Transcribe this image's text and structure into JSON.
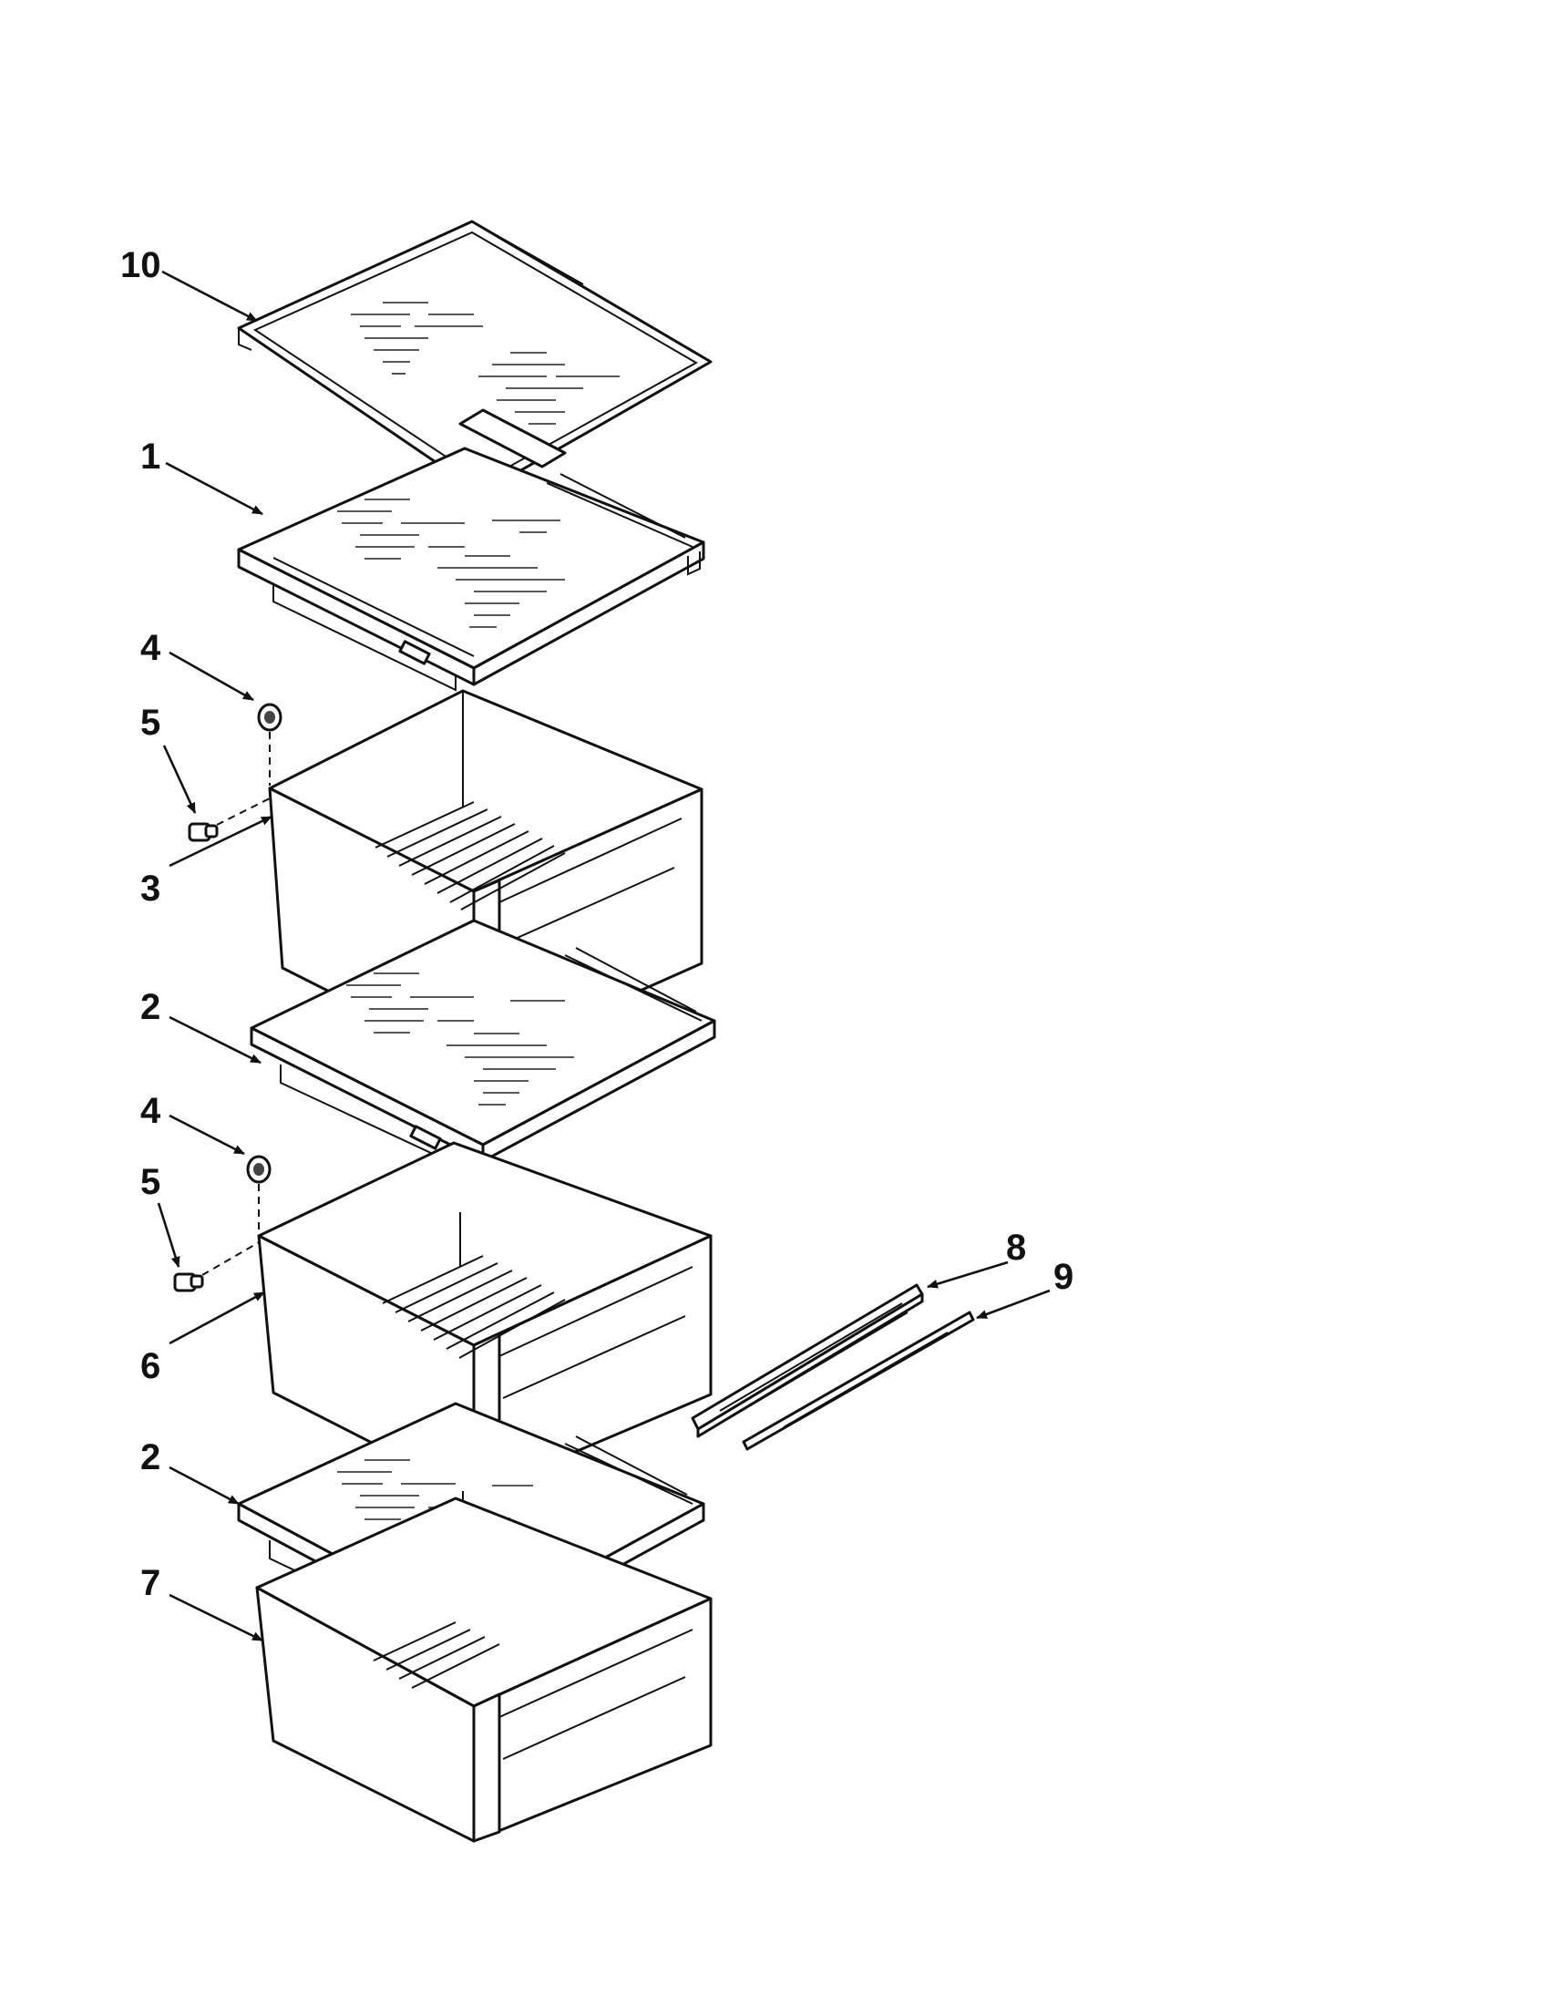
{
  "diagram": {
    "callouts": [
      {
        "id": "c10",
        "label": "10"
      },
      {
        "id": "c1",
        "label": "1"
      },
      {
        "id": "c4a",
        "label": "4"
      },
      {
        "id": "c5a",
        "label": "5"
      },
      {
        "id": "c3",
        "label": "3"
      },
      {
        "id": "c2a",
        "label": "2"
      },
      {
        "id": "c4b",
        "label": "4"
      },
      {
        "id": "c5b",
        "label": "5"
      },
      {
        "id": "c6",
        "label": "6"
      },
      {
        "id": "c2b",
        "label": "2"
      },
      {
        "id": "c7",
        "label": "7"
      },
      {
        "id": "c8",
        "label": "8"
      },
      {
        "id": "c9",
        "label": "9"
      }
    ],
    "parts": [
      {
        "id": "p10",
        "name": "glass-shelf"
      },
      {
        "id": "p1",
        "name": "crisper-cover-upper"
      },
      {
        "id": "p4a",
        "name": "roller"
      },
      {
        "id": "p5a",
        "name": "roller-pin"
      },
      {
        "id": "p3",
        "name": "crisper-drawer-upper"
      },
      {
        "id": "p2a",
        "name": "crisper-cover-middle"
      },
      {
        "id": "p4b",
        "name": "roller"
      },
      {
        "id": "p5b",
        "name": "roller-pin"
      },
      {
        "id": "p6",
        "name": "crisper-drawer-middle"
      },
      {
        "id": "p2b",
        "name": "crisper-cover-lower"
      },
      {
        "id": "p7",
        "name": "crisper-drawer-lower"
      },
      {
        "id": "p8",
        "name": "drawer-slide-rail"
      },
      {
        "id": "p9",
        "name": "slide-rail-bracket"
      }
    ]
  }
}
